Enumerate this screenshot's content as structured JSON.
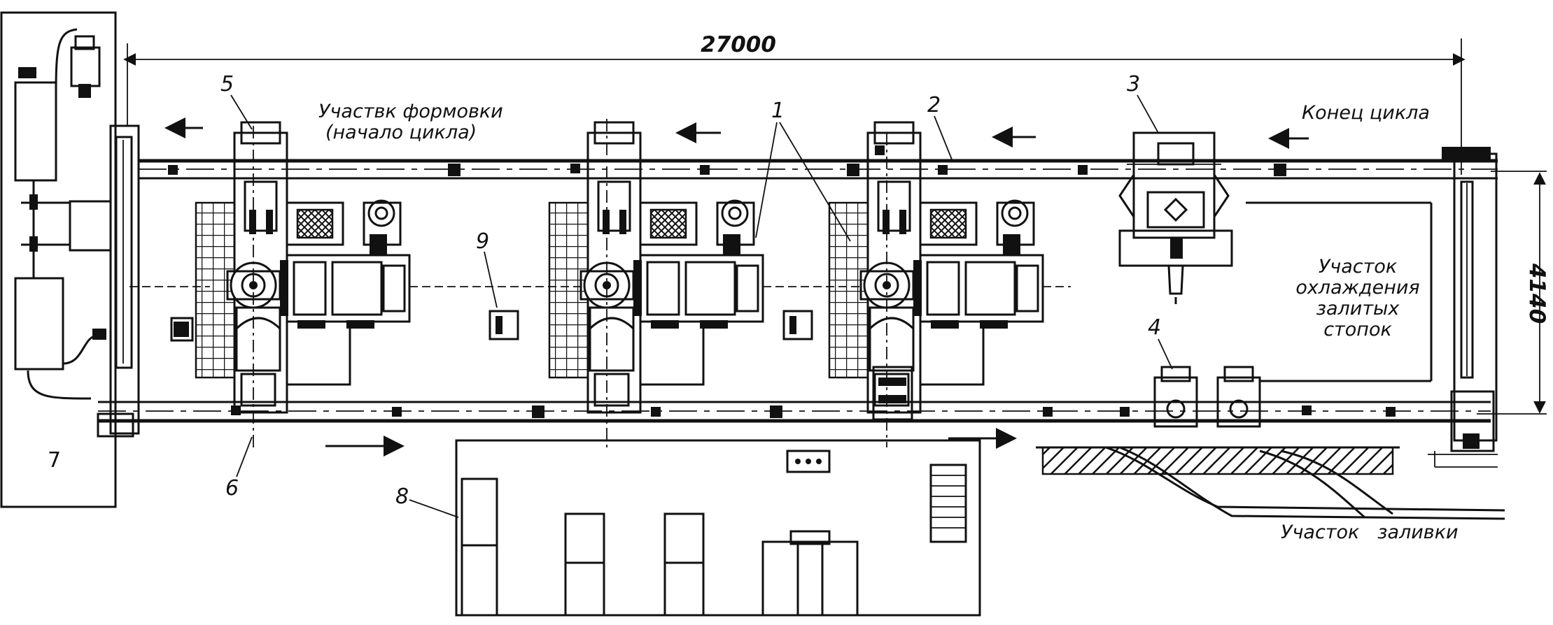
{
  "diagram": {
    "dimensions": {
      "length": "27000",
      "width": "4140"
    },
    "area_labels": {
      "molding_line1": "Участвк формовки",
      "molding_line2": "(начало цикла)",
      "cycle_end": "Конец цикла",
      "cooling_line1": "Участок",
      "cooling_line2": "охлаждения",
      "cooling_line3": "залитых",
      "cooling_line4": "стопок",
      "pouring": "Участок   заливки"
    },
    "callouts": {
      "c1": "1",
      "c2": "2",
      "c3": "3",
      "c4": "4",
      "c5": "5",
      "c6": "6",
      "c7": "7",
      "c8": "8",
      "c9": "9"
    }
  }
}
